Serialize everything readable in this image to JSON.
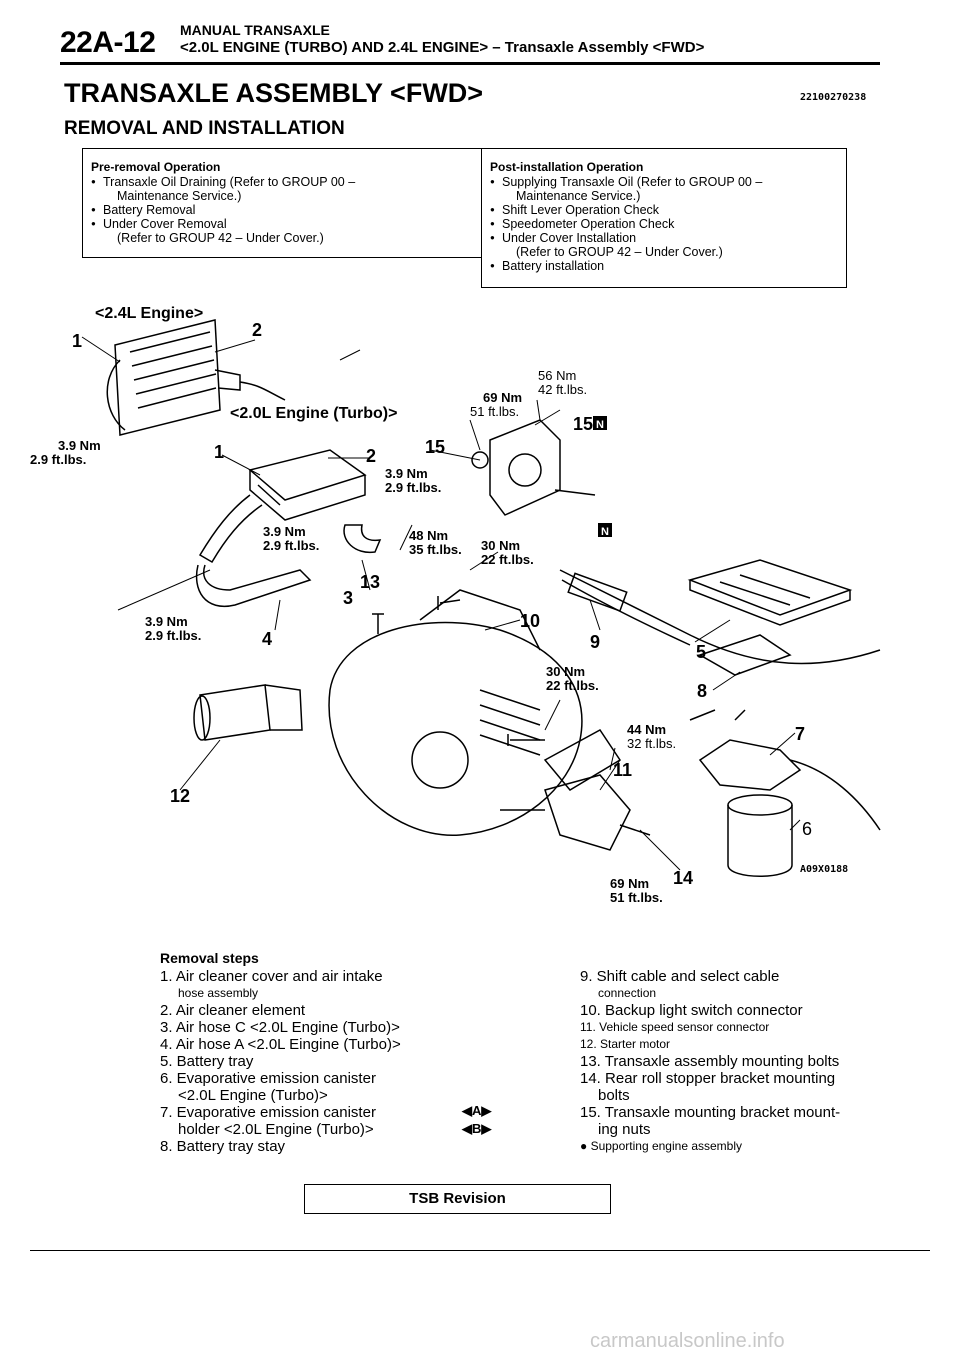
{
  "header": {
    "page_number": "22A-12",
    "line1": "MANUAL TRANSAXLE",
    "line2": "<2.0L ENGINE (TURBO) AND 2.4L ENGINE> – Transaxle Assembly <FWD>"
  },
  "title": "TRANSAXLE ASSEMBLY <FWD>",
  "doc_number": "22100270238",
  "subtitle": "REMOVAL AND INSTALLATION",
  "pre_removal": {
    "title": "Pre-removal Operation",
    "items": [
      {
        "text": "Transaxle Oil Draining (Refer to GROUP 00 –",
        "cont": "Maintenance Service.)"
      },
      {
        "text": "Battery Removal",
        "cont": ""
      },
      {
        "text": "Under Cover Removal",
        "cont": "(Refer to GROUP 42 – Under Cover.)"
      }
    ]
  },
  "post_installation": {
    "title": "Post-installation Operation",
    "items": [
      {
        "text": "Supplying Transaxle Oil (Refer to GROUP 00 –",
        "cont": "Maintenance Service.)"
      },
      {
        "text": "Shift Lever Operation Check",
        "cont": ""
      },
      {
        "text": "Speedometer Operation Check",
        "cont": ""
      },
      {
        "text": "Under Cover Installation",
        "cont": "(Refer to GROUP 42 – Under Cover.)"
      },
      {
        "text": "Battery installation",
        "cont": ""
      }
    ]
  },
  "diagram": {
    "engine_24": "<2.4L Engine>",
    "engine_20": "<2.0L Engine (Turbo)>",
    "torques": {
      "t_39_nm": "3.9 Nm",
      "t_29_ft": "2.9 ft.lbs.",
      "t_69_nm": "69 Nm",
      "t_51_ft": "51 ft.lbs.",
      "t_56_nm": "56 Nm",
      "t_42_ft": "42 ft.lbs.",
      "t_48_nm": "48 Nm",
      "t_35_ft": "35 ft.lbs.",
      "t_30_nm": "30 Nm",
      "t_22_ft": "22 ft.lbs.",
      "t_44_nm": "44 Nm",
      "t_32_ft": "32 ft.lbs."
    },
    "callouts": {
      "n1": "1",
      "n2": "2",
      "n3": "3",
      "n4": "4",
      "n5": "5",
      "n6": "6",
      "n7": "7",
      "n8": "8",
      "n9": "9",
      "n10": "10",
      "n11": "11",
      "n12": "12",
      "n13": "13",
      "n14": "14",
      "n15": "15"
    },
    "new_marker": "N",
    "figure_code": "A09X0188"
  },
  "removal": {
    "title": "Removal steps",
    "left": [
      {
        "text": "1. Air cleaner cover and air intake",
        "small": false,
        "indent": false
      },
      {
        "text": "hose assembly",
        "small": true,
        "indent": true
      },
      {
        "text": "2. Air cleaner element",
        "small": false,
        "indent": false
      },
      {
        "text": "3. Air hose C <2.0L Engine (Turbo)>",
        "small": false,
        "indent": false
      },
      {
        "text": "4. Air hose A <2.0L Eingine (Turbo)>",
        "small": false,
        "indent": false
      },
      {
        "text": "5. Battery tray",
        "small": false,
        "indent": false
      },
      {
        "text": "6. Evaporative emission canister",
        "small": false,
        "indent": false
      },
      {
        "text": "<2.0L Engine (Turbo)>",
        "small": false,
        "indent": true
      },
      {
        "text": "7. Evaporative emission canister",
        "small": false,
        "indent": false
      },
      {
        "text": "holder <2.0L Engine (Turbo)>",
        "small": false,
        "indent": true
      },
      {
        "text": "8. Battery tray stay",
        "small": false,
        "indent": false
      }
    ],
    "right": [
      {
        "text": "9. Shift cable and select cable",
        "small": false,
        "indent": false
      },
      {
        "text": "connection",
        "small": true,
        "indent": true
      },
      {
        "text": "10. Backup light switch connector",
        "small": false,
        "indent": false
      },
      {
        "text": "11. Vehicle speed sensor connector",
        "small": true,
        "indent": false
      },
      {
        "text": "12. Starter motor",
        "small": true,
        "indent": false
      },
      {
        "text": "13. Transaxle assembly mounting bolts",
        "small": false,
        "indent": false
      },
      {
        "text": "14. Rear roll stopper bracket mounting",
        "small": false,
        "indent": false
      },
      {
        "text": "bolts",
        "small": false,
        "indent": true
      },
      {
        "text": "15. Transaxle mounting bracket mount-",
        "small": false,
        "indent": false
      },
      {
        "text": "ing nuts",
        "small": false,
        "indent": true
      },
      {
        "text": "● Supporting engine assembly",
        "small": true,
        "indent": false
      }
    ],
    "marker_a": "◀A▶",
    "marker_b": "◀B▶"
  },
  "footer": {
    "tsb": "TSB Revision",
    "watermark": "carmanualsonline.info"
  }
}
